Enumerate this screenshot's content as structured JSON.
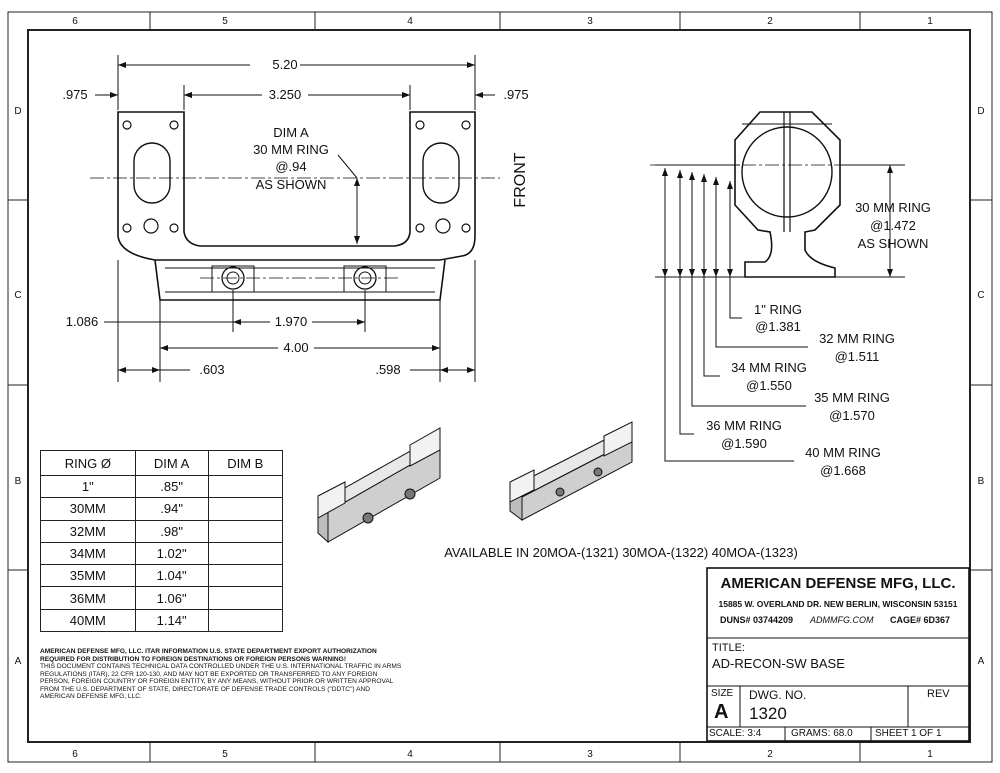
{
  "zones": {
    "columns": [
      "6",
      "5",
      "4",
      "3",
      "2",
      "1"
    ],
    "rows": [
      "D",
      "C",
      "B",
      "A"
    ]
  },
  "dims": {
    "overall": "5.20",
    "left_offset": ".975",
    "center": "3.250",
    "right_offset": ".975",
    "dim_a_note": [
      "DIM A",
      "30 MM RING",
      "@.94",
      "AS SHOWN"
    ],
    "front_label": "FRONT",
    "height": "1.086",
    "screw_spacing": "1.970",
    "base_length": "4.00",
    "left_base": ".603",
    "right_base": ".598"
  },
  "side_view": {
    "ring_note": [
      "30 MM RING",
      "@1.472",
      "AS SHOWN"
    ],
    "callouts": [
      {
        "label": "1\" RING",
        "value": "@1.381"
      },
      {
        "label": "32 MM RING",
        "value": "@1.511"
      },
      {
        "label": "34 MM RING",
        "value": "@1.550"
      },
      {
        "label": "35 MM RING",
        "value": "@1.570"
      },
      {
        "label": "36 MM RING",
        "value": "@1.590"
      },
      {
        "label": "40 MM RING",
        "value": "@1.668"
      }
    ]
  },
  "availability": "AVAILABLE IN 20MOA-(1321) 30MOA-(1322) 40MOA-(1323)",
  "ring_table": {
    "headers": [
      "RING Ø",
      "DIM A",
      "DIM B"
    ],
    "rows": [
      [
        "1\"",
        ".85\"",
        ""
      ],
      [
        "30MM",
        ".94\"",
        ""
      ],
      [
        "32MM",
        ".98\"",
        ""
      ],
      [
        "34MM",
        "1.02\"",
        ""
      ],
      [
        "35MM",
        "1.04\"",
        ""
      ],
      [
        "36MM",
        "1.06\"",
        ""
      ],
      [
        "40MM",
        "1.14\"",
        ""
      ]
    ]
  },
  "export_notice": {
    "bold": "AMERICAN DEFENSE MFG, LLC. ITAR INFORMATION U.S. STATE DEPARTMENT EXPORT AUTHORIZATION REQUIRED FOR DISTRIBUTION TO FOREIGN DESTINATIONS OR FOREIGN PERSONS WARNING!",
    "body": "THIS DOCUMENT CONTAINS TECHNICAL DATA CONTROLLED UNDER THE U.S. INTERNATIONAL TRAFFIC IN ARMS REGULATIONS (ITAR), 22 CFR 120-130, AND MAY NOT BE EXPORTED OR TRANSFERRED TO ANY FOREIGN PERSON, FOREIGN COUNTRY OR FOREIGN ENTITY, BY ANY MEANS, WITHOUT PRIOR OR WRITTEN APPROVAL FROM THE U.S. DEPARTMENT OF STATE, DIRECTORATE OF DEFENSE TRADE CONTROLS (\"DDTC\") AND AMERICAN DEFENSE MFG, LLC."
  },
  "title_block": {
    "company": "AMERICAN DEFENSE MFG, LLC.",
    "address": "15885 W. OVERLAND DR. NEW BERLIN, WISCONSIN 53151",
    "duns": "DUNS# 03744209",
    "website": "ADMMFG.COM",
    "cage": "CAGE# 6D367",
    "title_label": "TITLE:",
    "title": "AD-RECON-SW BASE",
    "size_label": "SIZE",
    "size": "A",
    "dwg_label": "DWG. NO.",
    "dwg_no": "1320",
    "rev_label": "REV",
    "scale": "SCALE: 3:4",
    "grams": "GRAMS: 68.0",
    "sheet": "SHEET 1 OF 1"
  }
}
